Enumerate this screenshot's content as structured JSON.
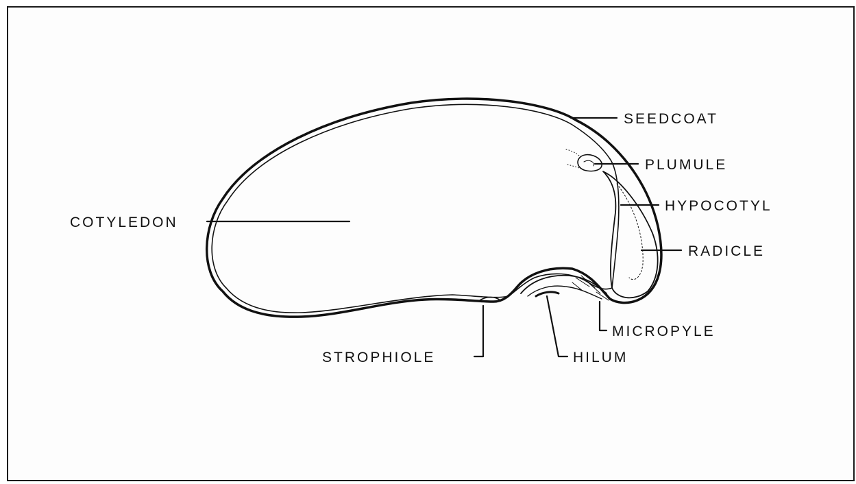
{
  "diagram": {
    "labels": {
      "seedcoat": "SEEDCOAT",
      "plumule": "PLUMULE",
      "hypocotyl": "HYPOCOTYL",
      "radicle": "RADICLE",
      "cotyledon": "COTYLEDON",
      "micropyle": "MICROPYLE",
      "strophiole": "STROPHIOLE",
      "hilum": "HILUM"
    },
    "colors": {
      "ink": "#111111",
      "paper": "#fdfdfd",
      "frame": "#1a1a1a"
    }
  }
}
